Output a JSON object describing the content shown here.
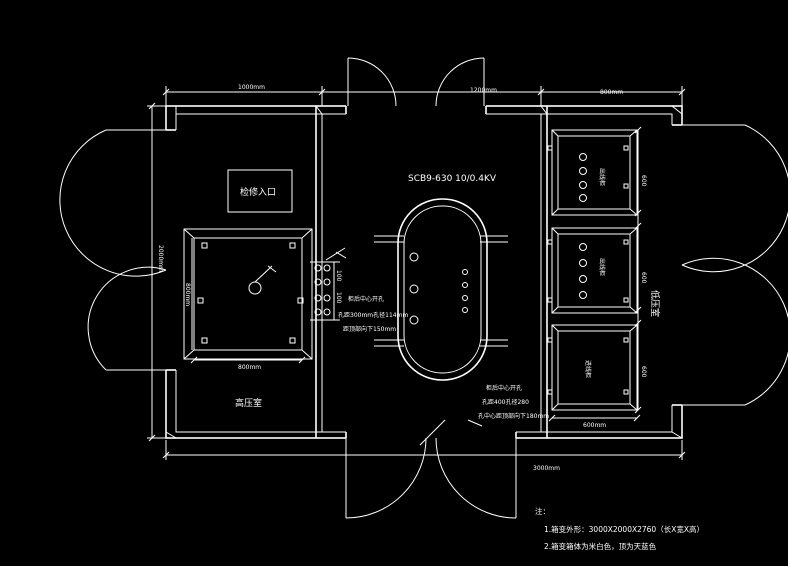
{
  "dimensions": {
    "left_width": "1000mm",
    "middle_width": "1200mm",
    "right_width": "800mm",
    "left_height": "2000mm",
    "total_width": "3000mm",
    "pit_width": "800mm",
    "pit_height": "800mm",
    "small_a": "100",
    "small_b": "100",
    "right_col_1": "600",
    "right_col_2": "600",
    "right_col_3": "600",
    "right_bottom": "600mm"
  },
  "labels": {
    "inspection_entry": "检修入口",
    "transformer_model": "SCB9-630 10/0.4KV",
    "high_voltage_room": "高压室",
    "low_voltage_room": "低压室",
    "hv_note_1": "柜后中心开孔",
    "hv_note_2": "孔距300mm孔径114mm",
    "hv_note_3": "距顶部向下150mm",
    "lv_note_1": "柜后中心开孔",
    "lv_note_2": "孔距400孔径280",
    "lv_note_3": "孔中心距顶部向下180mm",
    "cabinet_1": "出线柜",
    "cabinet_2": "出线柜",
    "cabinet_3": "进线柜"
  },
  "notes": {
    "title": "注：",
    "line1": "1.箱变外形：3000X2000X2760（长X宽X高）",
    "line2": "2.箱变箱体为米白色，顶为天蓝色"
  }
}
